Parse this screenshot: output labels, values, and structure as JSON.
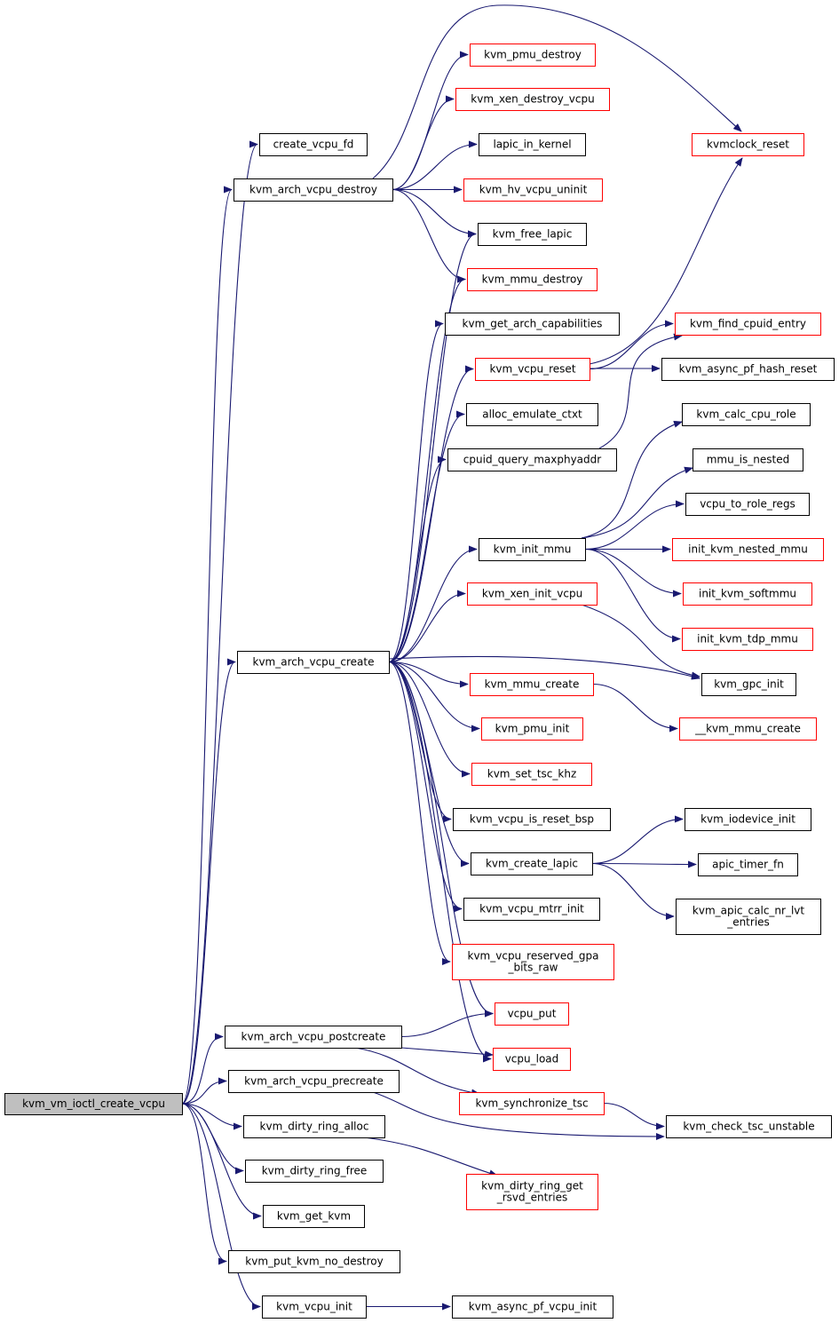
{
  "colors": {
    "edge": "#191970",
    "root_fill": "#bfbfbf",
    "normal_border": "#000000",
    "red_border": "#ff0000",
    "background": "#ffffff"
  },
  "nodes": [
    {
      "id": "root",
      "lines": [
        "kvm_vm_ioctl_create_vcpu"
      ],
      "style": "root"
    },
    {
      "id": "create_vcpu_fd",
      "lines": [
        "create_vcpu_fd"
      ],
      "style": "normal"
    },
    {
      "id": "kvm_arch_vcpu_destroy",
      "lines": [
        "kvm_arch_vcpu_destroy"
      ],
      "style": "normal"
    },
    {
      "id": "kvm_pmu_destroy",
      "lines": [
        "kvm_pmu_destroy"
      ],
      "style": "red"
    },
    {
      "id": "kvm_xen_destroy_vcpu",
      "lines": [
        "kvm_xen_destroy_vcpu"
      ],
      "style": "red"
    },
    {
      "id": "lapic_in_kernel",
      "lines": [
        "lapic_in_kernel"
      ],
      "style": "normal"
    },
    {
      "id": "kvm_hv_vcpu_uninit",
      "lines": [
        "kvm_hv_vcpu_uninit"
      ],
      "style": "red"
    },
    {
      "id": "kvm_free_lapic",
      "lines": [
        "kvm_free_lapic"
      ],
      "style": "normal"
    },
    {
      "id": "kvm_mmu_destroy",
      "lines": [
        "kvm_mmu_destroy"
      ],
      "style": "red"
    },
    {
      "id": "kvmclock_reset",
      "lines": [
        "kvmclock_reset"
      ],
      "style": "red"
    },
    {
      "id": "kvm_get_arch_capabilities",
      "lines": [
        "kvm_get_arch_capabilities"
      ],
      "style": "normal"
    },
    {
      "id": "kvm_vcpu_reset",
      "lines": [
        "kvm_vcpu_reset"
      ],
      "style": "red"
    },
    {
      "id": "kvm_find_cpuid_entry",
      "lines": [
        "kvm_find_cpuid_entry"
      ],
      "style": "red"
    },
    {
      "id": "kvm_async_pf_hash_reset",
      "lines": [
        "kvm_async_pf_hash_reset"
      ],
      "style": "normal"
    },
    {
      "id": "alloc_emulate_ctxt",
      "lines": [
        "alloc_emulate_ctxt"
      ],
      "style": "normal"
    },
    {
      "id": "cpuid_query_maxphyaddr",
      "lines": [
        "cpuid_query_maxphyaddr"
      ],
      "style": "normal"
    },
    {
      "id": "kvm_calc_cpu_role",
      "lines": [
        "kvm_calc_cpu_role"
      ],
      "style": "normal"
    },
    {
      "id": "mmu_is_nested",
      "lines": [
        "mmu_is_nested"
      ],
      "style": "normal"
    },
    {
      "id": "vcpu_to_role_regs",
      "lines": [
        "vcpu_to_role_regs"
      ],
      "style": "normal"
    },
    {
      "id": "kvm_init_mmu",
      "lines": [
        "kvm_init_mmu"
      ],
      "style": "normal"
    },
    {
      "id": "init_kvm_nested_mmu",
      "lines": [
        "init_kvm_nested_mmu"
      ],
      "style": "red"
    },
    {
      "id": "init_kvm_softmmu",
      "lines": [
        "init_kvm_softmmu"
      ],
      "style": "red"
    },
    {
      "id": "kvm_xen_init_vcpu",
      "lines": [
        "kvm_xen_init_vcpu"
      ],
      "style": "red"
    },
    {
      "id": "init_kvm_tdp_mmu",
      "lines": [
        "init_kvm_tdp_mmu"
      ],
      "style": "red"
    },
    {
      "id": "kvm_arch_vcpu_create",
      "lines": [
        "kvm_arch_vcpu_create"
      ],
      "style": "normal"
    },
    {
      "id": "kvm_gpc_init",
      "lines": [
        "kvm_gpc_init"
      ],
      "style": "normal"
    },
    {
      "id": "kvm_mmu_create",
      "lines": [
        "kvm_mmu_create"
      ],
      "style": "red"
    },
    {
      "id": "__kvm_mmu_create",
      "lines": [
        "__kvm_mmu_create"
      ],
      "style": "red"
    },
    {
      "id": "kvm_pmu_init",
      "lines": [
        "kvm_pmu_init"
      ],
      "style": "red"
    },
    {
      "id": "kvm_set_tsc_khz",
      "lines": [
        "kvm_set_tsc_khz"
      ],
      "style": "red"
    },
    {
      "id": "kvm_vcpu_is_reset_bsp",
      "lines": [
        "kvm_vcpu_is_reset_bsp"
      ],
      "style": "normal"
    },
    {
      "id": "kvm_iodevice_init",
      "lines": [
        "kvm_iodevice_init"
      ],
      "style": "normal"
    },
    {
      "id": "kvm_create_lapic",
      "lines": [
        "kvm_create_lapic"
      ],
      "style": "normal"
    },
    {
      "id": "apic_timer_fn",
      "lines": [
        "apic_timer_fn"
      ],
      "style": "normal"
    },
    {
      "id": "kvm_vcpu_mtrr_init",
      "lines": [
        "kvm_vcpu_mtrr_init"
      ],
      "style": "normal"
    },
    {
      "id": "kvm_apic_calc_nr_lvt_entries",
      "lines": [
        "kvm_apic_calc_nr_lvt",
        "_entries"
      ],
      "style": "normal"
    },
    {
      "id": "kvm_vcpu_reserved_gpa_bits_raw",
      "lines": [
        "kvm_vcpu_reserved_gpa",
        "_bits_raw"
      ],
      "style": "red"
    },
    {
      "id": "vcpu_put",
      "lines": [
        "vcpu_put"
      ],
      "style": "red"
    },
    {
      "id": "kvm_arch_vcpu_postcreate",
      "lines": [
        "kvm_arch_vcpu_postcreate"
      ],
      "style": "normal"
    },
    {
      "id": "vcpu_load",
      "lines": [
        "vcpu_load"
      ],
      "style": "red"
    },
    {
      "id": "kvm_arch_vcpu_precreate",
      "lines": [
        "kvm_arch_vcpu_precreate"
      ],
      "style": "normal"
    },
    {
      "id": "kvm_synchronize_tsc",
      "lines": [
        "kvm_synchronize_tsc"
      ],
      "style": "red"
    },
    {
      "id": "kvm_dirty_ring_alloc",
      "lines": [
        "kvm_dirty_ring_alloc"
      ],
      "style": "normal"
    },
    {
      "id": "kvm_check_tsc_unstable",
      "lines": [
        "kvm_check_tsc_unstable"
      ],
      "style": "normal"
    },
    {
      "id": "kvm_dirty_ring_free",
      "lines": [
        "kvm_dirty_ring_free"
      ],
      "style": "normal"
    },
    {
      "id": "kvm_dirty_ring_get_rsvd_entries",
      "lines": [
        "kvm_dirty_ring_get",
        "_rsvd_entries"
      ],
      "style": "red"
    },
    {
      "id": "kvm_get_kvm",
      "lines": [
        "kvm_get_kvm"
      ],
      "style": "normal"
    },
    {
      "id": "kvm_put_kvm_no_destroy",
      "lines": [
        "kvm_put_kvm_no_destroy"
      ],
      "style": "normal"
    },
    {
      "id": "kvm_vcpu_init",
      "lines": [
        "kvm_vcpu_init"
      ],
      "style": "normal"
    },
    {
      "id": "kvm_async_pf_vcpu_init",
      "lines": [
        "kvm_async_pf_vcpu_init"
      ],
      "style": "normal"
    }
  ],
  "edges": [
    [
      "root",
      "create_vcpu_fd"
    ],
    [
      "root",
      "kvm_arch_vcpu_destroy"
    ],
    [
      "root",
      "kvm_arch_vcpu_create"
    ],
    [
      "root",
      "kvm_arch_vcpu_postcreate"
    ],
    [
      "root",
      "kvm_arch_vcpu_precreate"
    ],
    [
      "root",
      "kvm_dirty_ring_alloc"
    ],
    [
      "root",
      "kvm_dirty_ring_free"
    ],
    [
      "root",
      "kvm_get_kvm"
    ],
    [
      "root",
      "kvm_put_kvm_no_destroy"
    ],
    [
      "root",
      "kvm_vcpu_init"
    ],
    [
      "kvm_arch_vcpu_destroy",
      "kvm_pmu_destroy"
    ],
    [
      "kvm_arch_vcpu_destroy",
      "kvm_xen_destroy_vcpu"
    ],
    [
      "kvm_arch_vcpu_destroy",
      "lapic_in_kernel"
    ],
    [
      "kvm_arch_vcpu_destroy",
      "kvm_hv_vcpu_uninit"
    ],
    [
      "kvm_arch_vcpu_destroy",
      "kvm_free_lapic"
    ],
    [
      "kvm_arch_vcpu_destroy",
      "kvm_mmu_destroy"
    ],
    [
      "kvm_arch_vcpu_destroy",
      "kvmclock_reset"
    ],
    [
      "kvm_arch_vcpu_create",
      "kvm_free_lapic"
    ],
    [
      "kvm_arch_vcpu_create",
      "kvm_mmu_destroy"
    ],
    [
      "kvm_arch_vcpu_create",
      "kvm_get_arch_capabilities"
    ],
    [
      "kvm_arch_vcpu_create",
      "kvm_vcpu_reset"
    ],
    [
      "kvm_arch_vcpu_create",
      "alloc_emulate_ctxt"
    ],
    [
      "kvm_arch_vcpu_create",
      "cpuid_query_maxphyaddr"
    ],
    [
      "kvm_arch_vcpu_create",
      "kvm_init_mmu"
    ],
    [
      "kvm_arch_vcpu_create",
      "kvm_xen_init_vcpu"
    ],
    [
      "kvm_arch_vcpu_create",
      "kvm_gpc_init"
    ],
    [
      "kvm_arch_vcpu_create",
      "kvm_mmu_create"
    ],
    [
      "kvm_arch_vcpu_create",
      "kvm_pmu_init"
    ],
    [
      "kvm_arch_vcpu_create",
      "kvm_set_tsc_khz"
    ],
    [
      "kvm_arch_vcpu_create",
      "kvm_vcpu_is_reset_bsp"
    ],
    [
      "kvm_arch_vcpu_create",
      "kvm_create_lapic"
    ],
    [
      "kvm_arch_vcpu_create",
      "kvm_vcpu_mtrr_init"
    ],
    [
      "kvm_arch_vcpu_create",
      "kvm_vcpu_reserved_gpa_bits_raw"
    ],
    [
      "kvm_arch_vcpu_create",
      "vcpu_put"
    ],
    [
      "kvm_arch_vcpu_create",
      "vcpu_load"
    ],
    [
      "kvm_vcpu_reset",
      "kvmclock_reset"
    ],
    [
      "kvm_vcpu_reset",
      "kvm_find_cpuid_entry"
    ],
    [
      "kvm_vcpu_reset",
      "kvm_async_pf_hash_reset"
    ],
    [
      "cpuid_query_maxphyaddr",
      "kvm_find_cpuid_entry"
    ],
    [
      "kvm_init_mmu",
      "kvm_calc_cpu_role"
    ],
    [
      "kvm_init_mmu",
      "mmu_is_nested"
    ],
    [
      "kvm_init_mmu",
      "vcpu_to_role_regs"
    ],
    [
      "kvm_init_mmu",
      "init_kvm_nested_mmu"
    ],
    [
      "kvm_init_mmu",
      "init_kvm_softmmu"
    ],
    [
      "kvm_init_mmu",
      "init_kvm_tdp_mmu"
    ],
    [
      "kvm_xen_init_vcpu",
      "kvm_gpc_init"
    ],
    [
      "kvm_mmu_create",
      "__kvm_mmu_create"
    ],
    [
      "kvm_create_lapic",
      "kvm_iodevice_init"
    ],
    [
      "kvm_create_lapic",
      "apic_timer_fn"
    ],
    [
      "kvm_create_lapic",
      "kvm_apic_calc_nr_lvt_entries"
    ],
    [
      "kvm_arch_vcpu_postcreate",
      "vcpu_put"
    ],
    [
      "kvm_arch_vcpu_postcreate",
      "vcpu_load"
    ],
    [
      "kvm_arch_vcpu_postcreate",
      "kvm_synchronize_tsc"
    ],
    [
      "kvm_arch_vcpu_precreate",
      "kvm_check_tsc_unstable"
    ],
    [
      "kvm_synchronize_tsc",
      "kvm_check_tsc_unstable"
    ],
    [
      "kvm_dirty_ring_alloc",
      "kvm_dirty_ring_get_rsvd_entries"
    ],
    [
      "kvm_vcpu_init",
      "kvm_async_pf_vcpu_init"
    ]
  ]
}
